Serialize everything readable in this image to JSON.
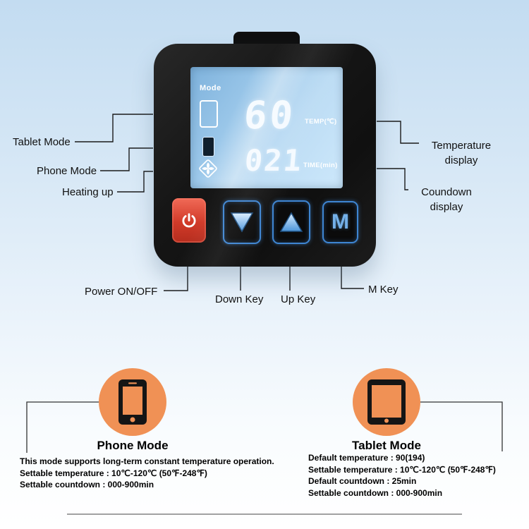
{
  "device": {
    "screen": {
      "mode_label": "Mode",
      "temp_value": "60",
      "temp_unit": "TEMP(℃)",
      "time_value": "021",
      "time_unit": "TIME(min)"
    },
    "m_button_label": "M"
  },
  "callouts": {
    "tablet_mode": "Tablet Mode",
    "phone_mode": "Phone Mode",
    "heating_up": "Heating up",
    "temperature_display": "Temperature display",
    "countdown_display": "Coundown display",
    "power_key": "Power ON/OFF",
    "down_key": "Down Key",
    "up_key": "Up Key",
    "m_key": "M Key"
  },
  "sections": {
    "phone": {
      "title": "Phone Mode",
      "lines": [
        "This mode supports long-term constant temperature operation.",
        "Settable temperature : 10℃-120℃ (50℉-248℉)",
        "Settable countdown : 000-900min"
      ]
    },
    "tablet": {
      "title": "Tablet Mode",
      "lines": [
        "Default temperature : 90(194)",
        "Settable temperature : 10℃-120℃ (50℉-248℉)",
        "Default countdown : 25min",
        "Settable countdown : 000-900min"
      ]
    }
  },
  "colors": {
    "accent_orange": "#f09155",
    "power_red": "#d13a29",
    "key_blue": "#3e85d2",
    "lcd_blue": "#9cc8ea",
    "device_black": "#161616"
  }
}
